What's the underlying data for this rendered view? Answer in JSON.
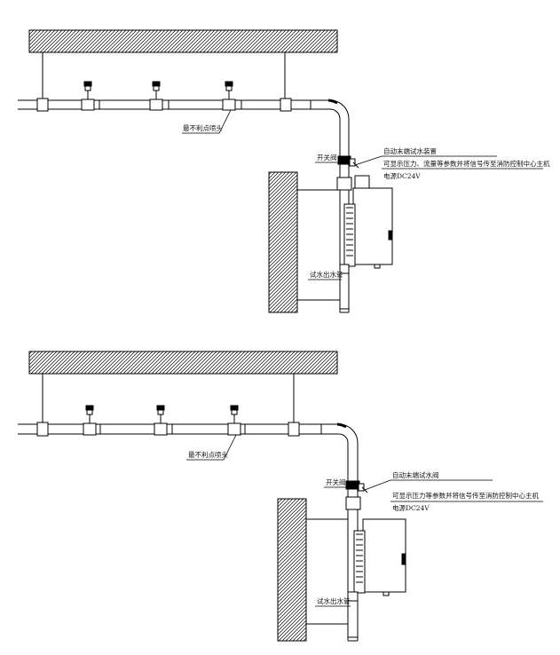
{
  "diagrams": [
    {
      "labels": {
        "unfavorable_sprinkler": "最不利点喷头",
        "switch_valve": "开关阀",
        "device_name": "自动末端试水装置",
        "device_function": "可显示压力、流量等参数并将信号传至消防控制中心主机",
        "device_power": "电源DC24V",
        "test_drain_pipe": "试水出水管"
      }
    },
    {
      "labels": {
        "unfavorable_sprinkler": "最不利点喷头",
        "switch_valve": "开关阀",
        "device_name": "自动末端试水阀",
        "device_function": "可显示压力等参数并将信号传至消防控制中心主机",
        "device_power": "电源DC24V",
        "test_drain_pipe": "试水出水管"
      }
    }
  ]
}
